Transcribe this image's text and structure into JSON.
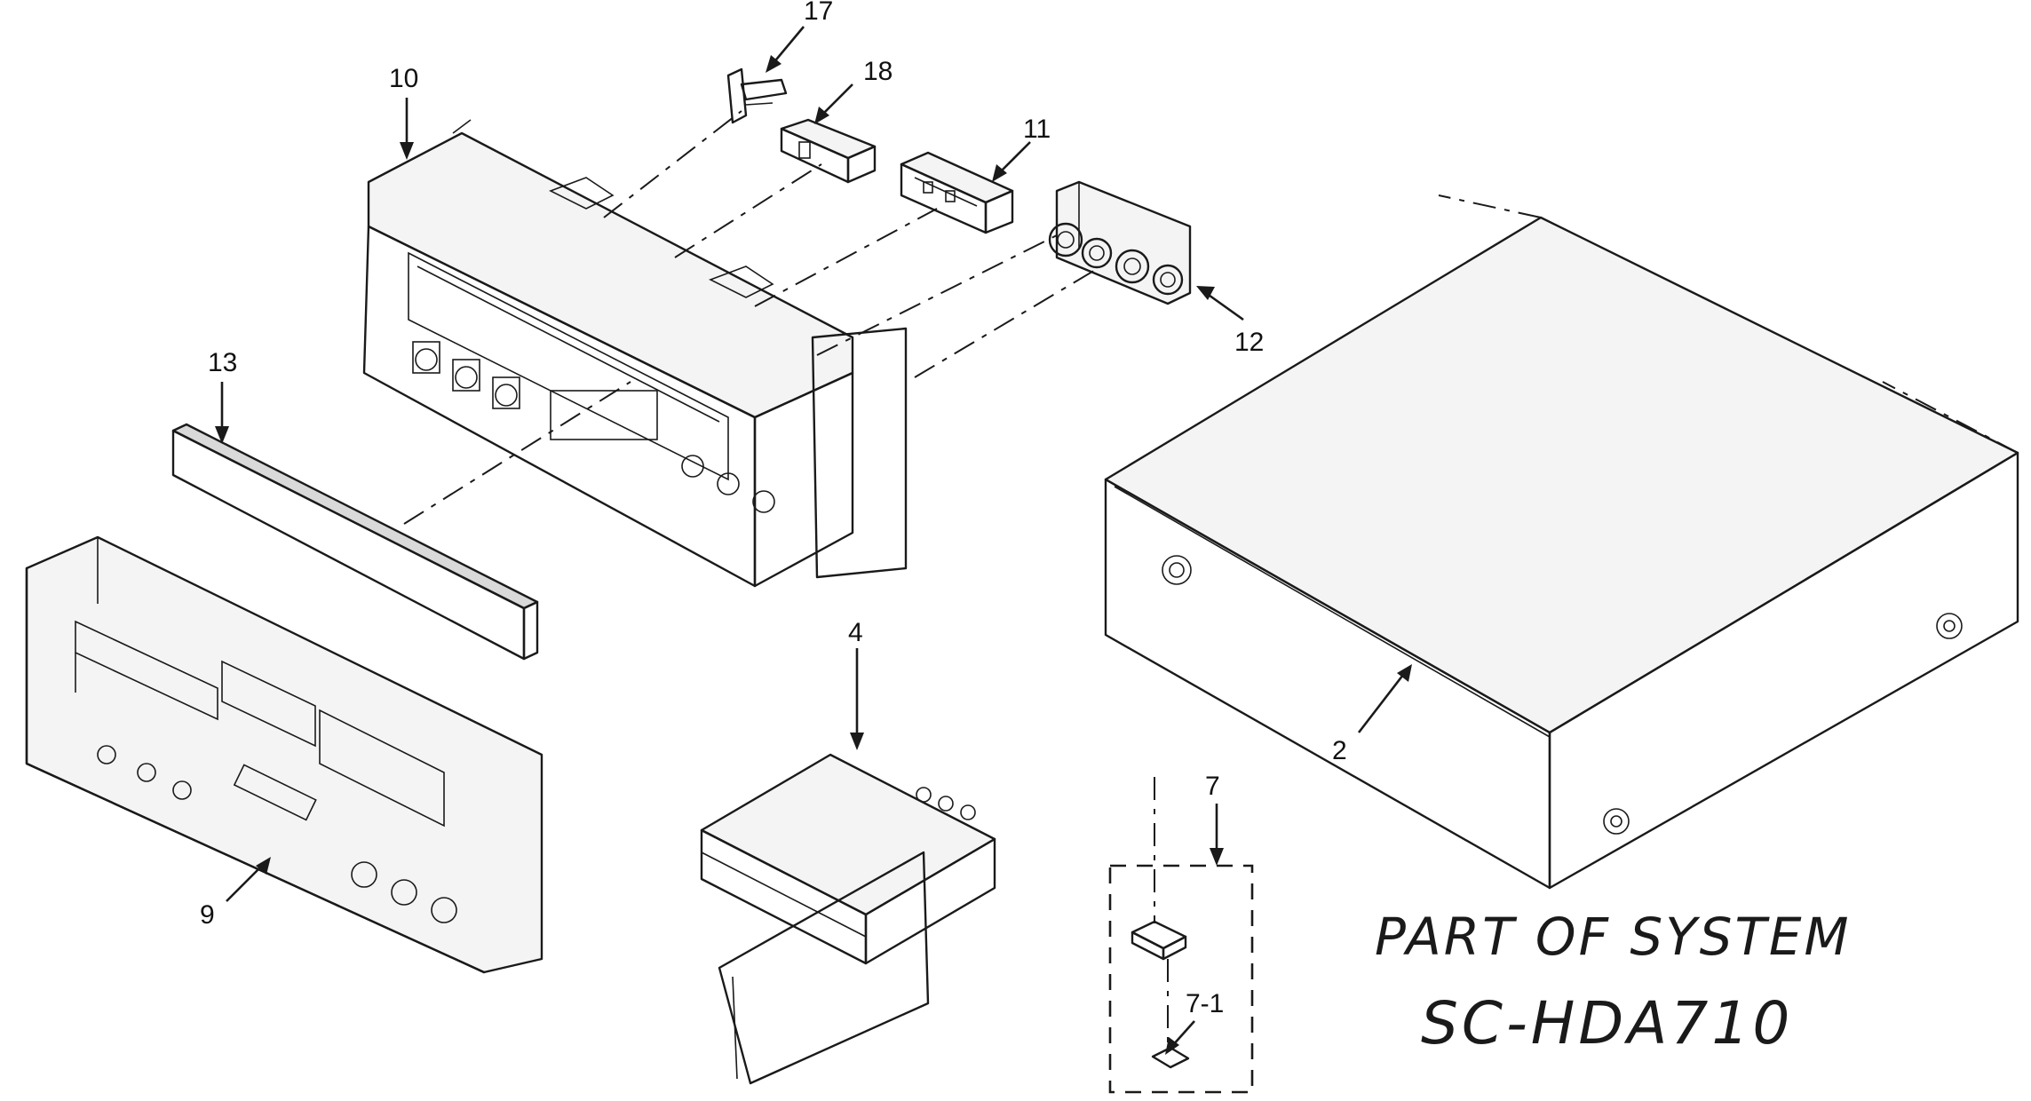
{
  "callouts": {
    "c17": "17",
    "c18": "18",
    "c10": "10",
    "c11": "11",
    "c12": "12",
    "c13": "13",
    "c4": "4",
    "c9": "9",
    "c2": "2",
    "c7": "7",
    "c7_1": "7-1"
  },
  "note": {
    "line1": "PART OF SYSTEM",
    "line2": "SC-HDA710"
  }
}
